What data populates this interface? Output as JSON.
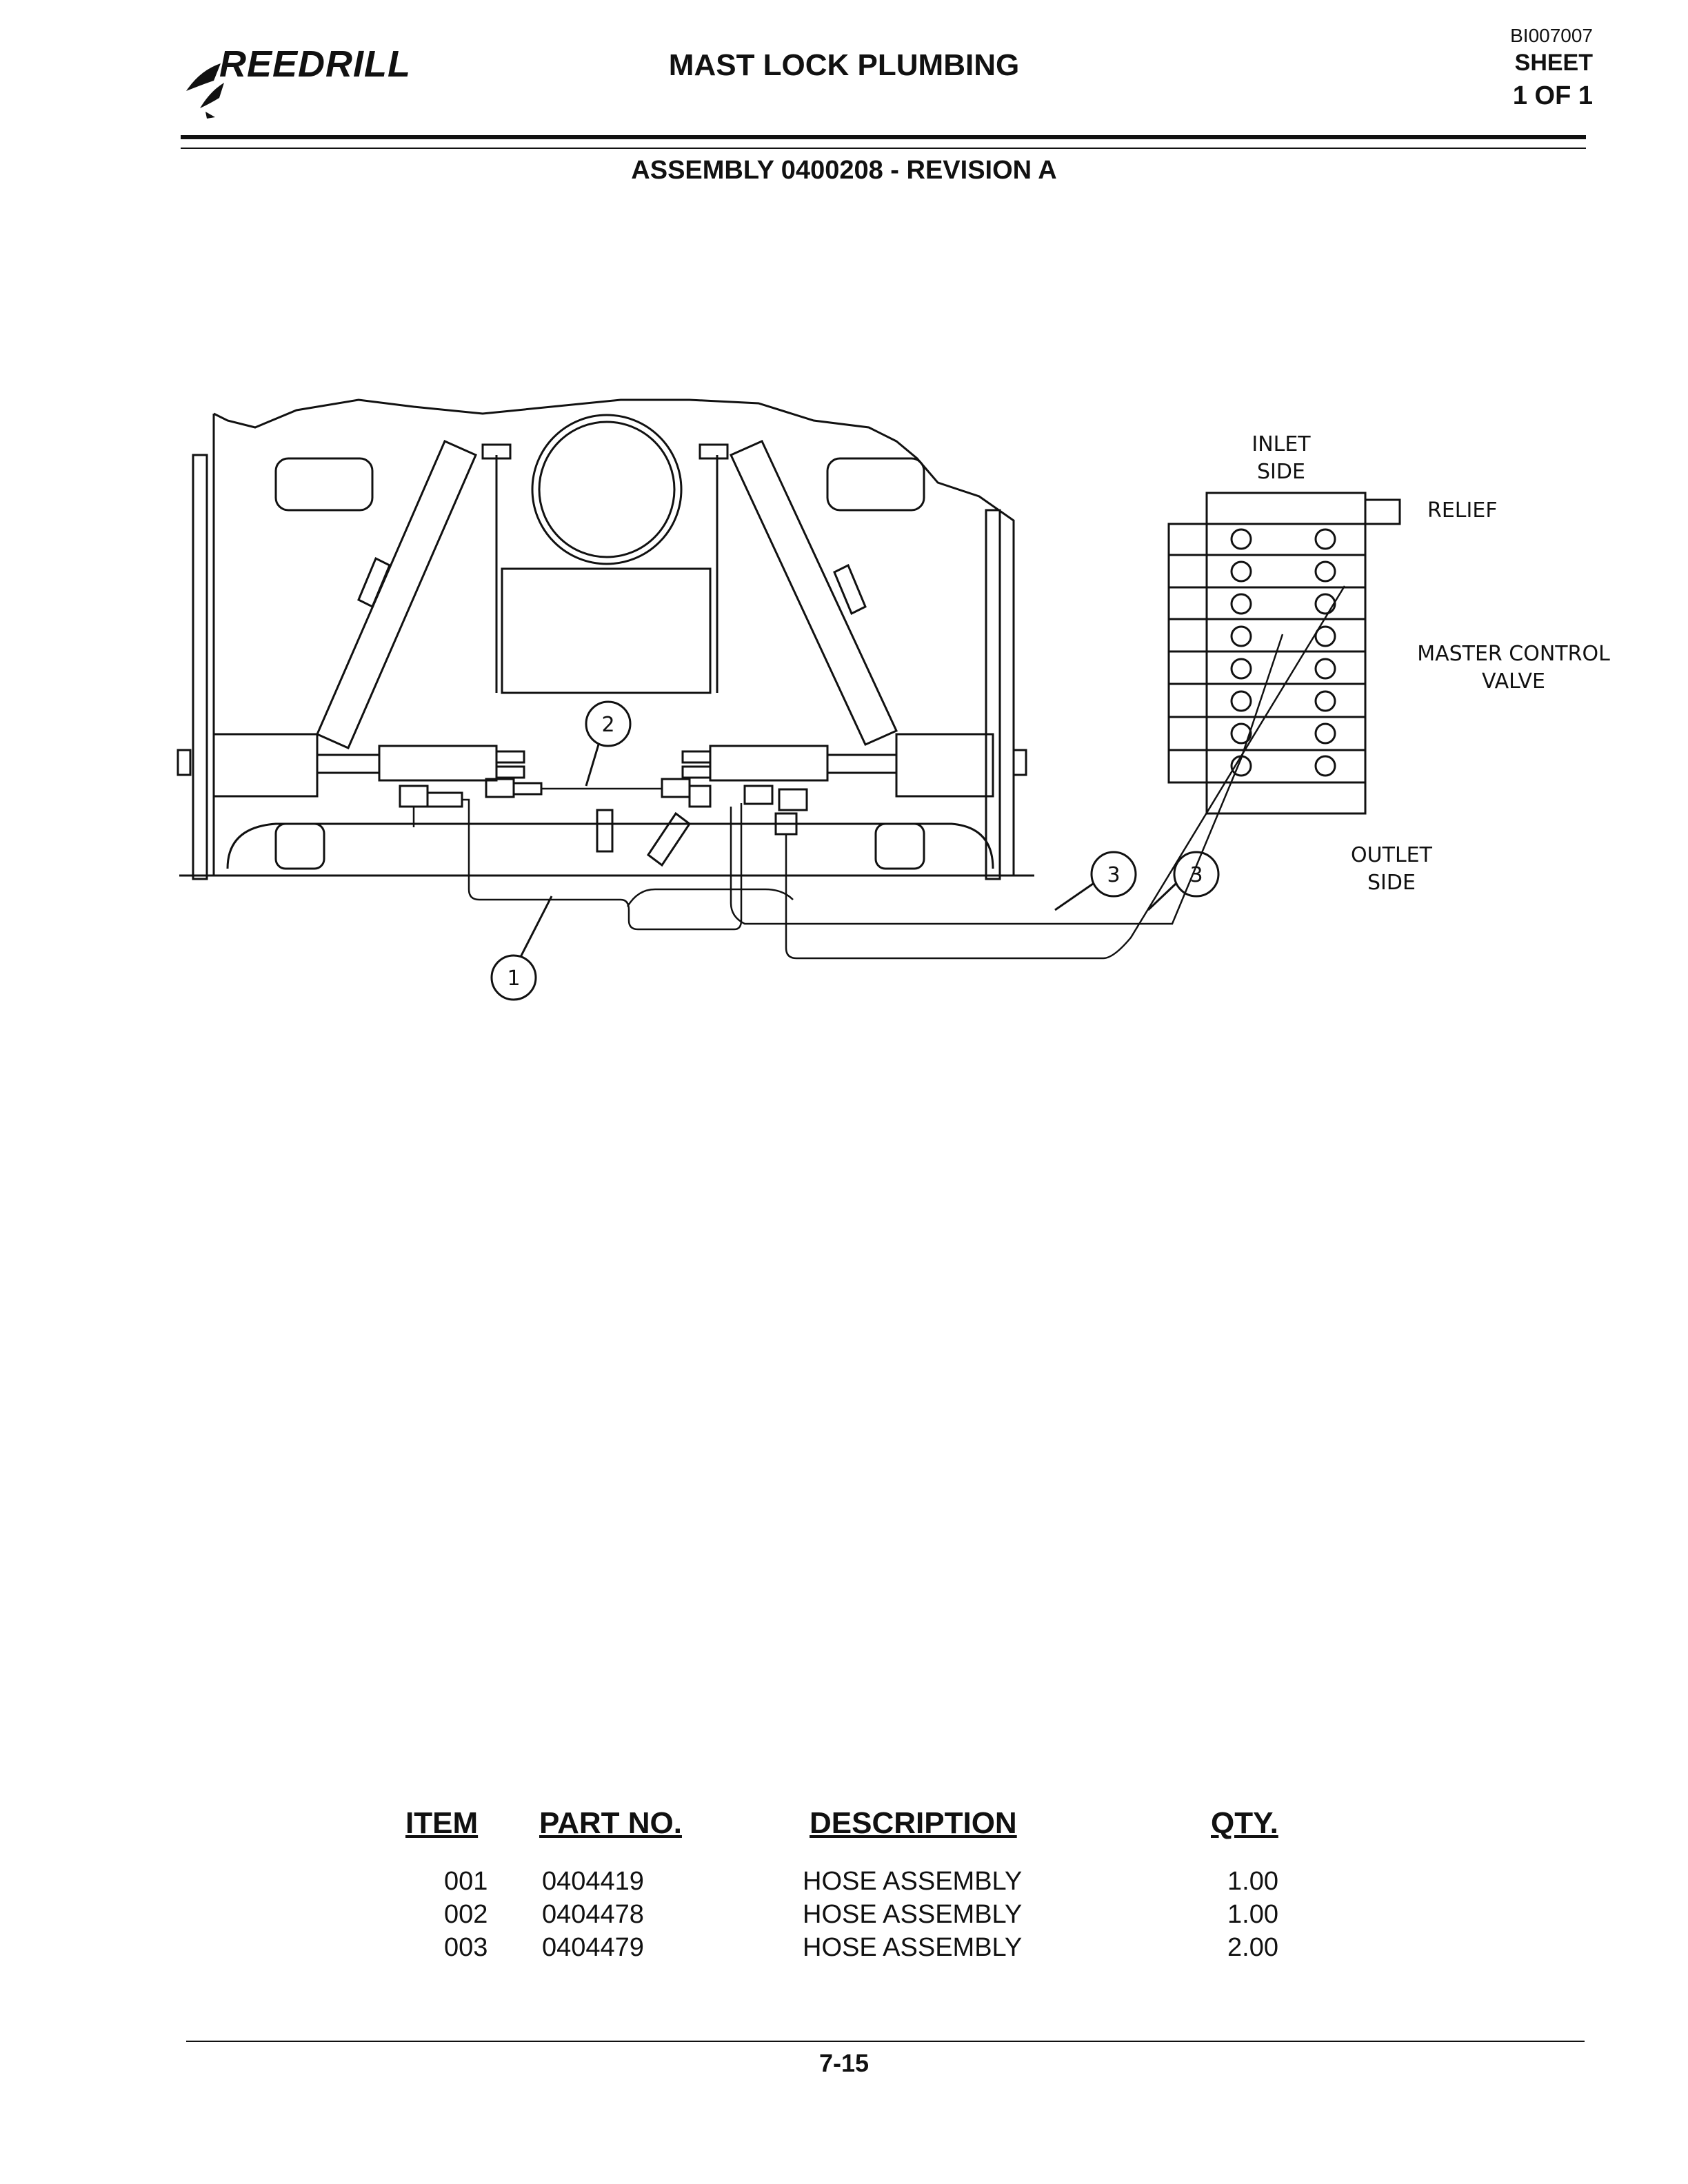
{
  "header": {
    "logo_text": "REEDRILL",
    "title": "MAST LOCK PLUMBING",
    "doc_id": "BI007007",
    "sheet_label": "SHEET",
    "sheet_number": "1 OF 1",
    "assembly": "ASSEMBLY 0400208 - REVISION A"
  },
  "diagram": {
    "labels": {
      "inlet_side_1": "INLET",
      "inlet_side_2": "SIDE",
      "relief": "RELIEF",
      "master_control_1": "MASTER CONTROL",
      "master_control_2": "VALVE",
      "outlet_side_1": "OUTLET",
      "outlet_side_2": "SIDE"
    },
    "callouts": [
      "1",
      "2",
      "3",
      "3"
    ]
  },
  "parts_table": {
    "headers": {
      "item": "ITEM",
      "part_no": "PART NO.",
      "description": "DESCRIPTION",
      "qty": "QTY."
    },
    "rows": [
      {
        "item": "001",
        "part_no": "0404419",
        "description": "HOSE ASSEMBLY",
        "qty": "1.00"
      },
      {
        "item": "002",
        "part_no": "0404478",
        "description": "HOSE ASSEMBLY",
        "qty": "1.00"
      },
      {
        "item": "003",
        "part_no": "0404479",
        "description": "HOSE ASSEMBLY",
        "qty": "2.00"
      }
    ]
  },
  "footer": {
    "page": "7-15"
  }
}
